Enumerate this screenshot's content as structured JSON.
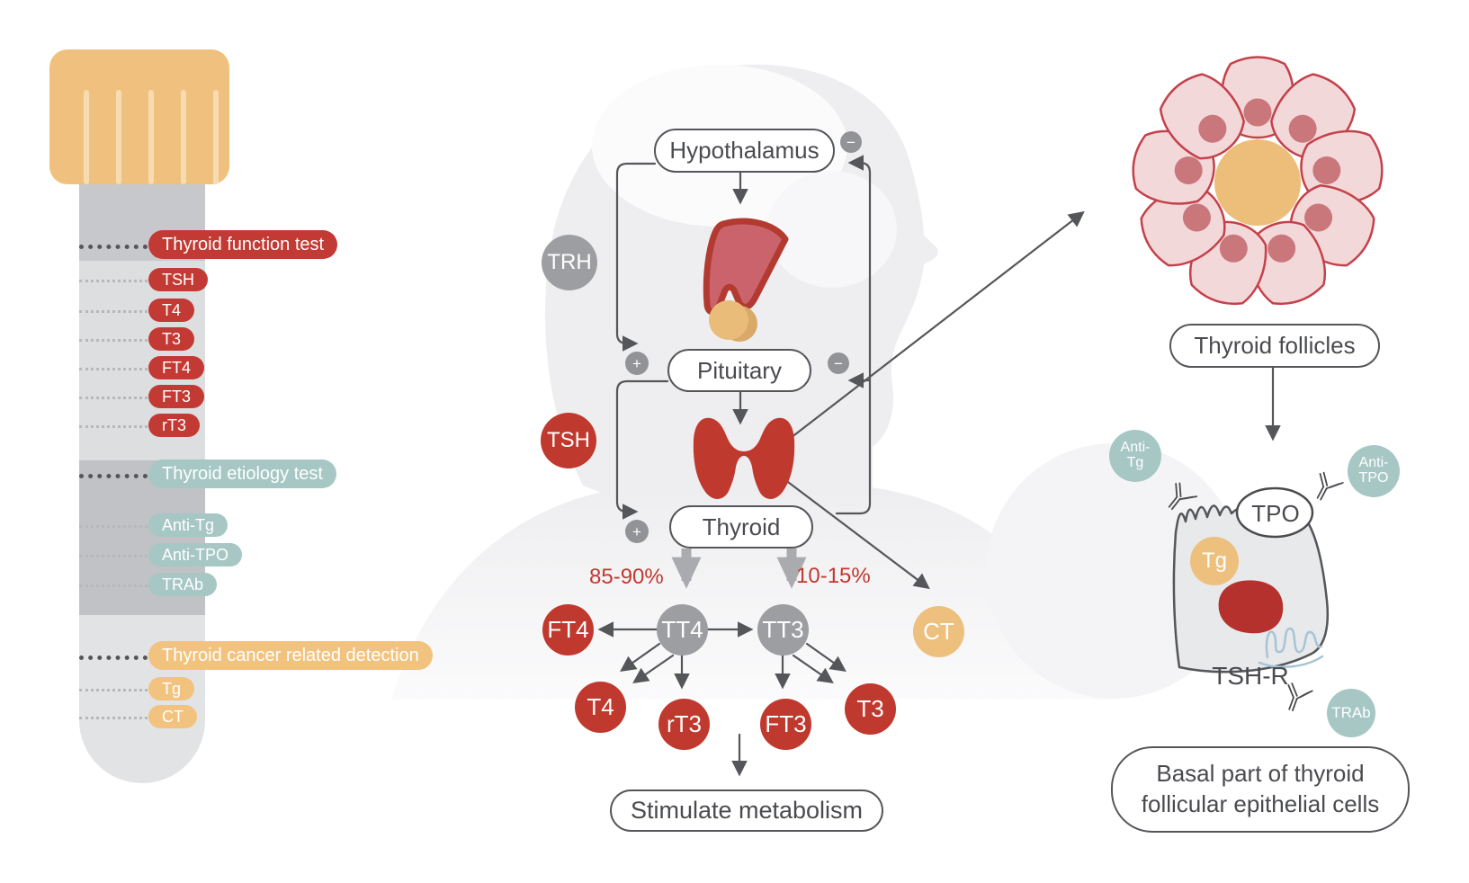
{
  "colors": {
    "red": "#c0392e",
    "teal": "#a6c7c4",
    "orange": "#f0c17e",
    "node_gray": "#9d9ea1",
    "line": "#55565a"
  },
  "tube": {
    "sections": [
      {
        "label": "Thyroid function test",
        "items": [
          "TSH",
          "T4",
          "T3",
          "FT4",
          "FT3",
          "rT3"
        ]
      },
      {
        "label": "Thyroid etiology test",
        "items": [
          "Anti-Tg",
          "Anti-TPO",
          "TRAb"
        ]
      },
      {
        "label": "Thyroid cancer related detection",
        "items": [
          "Tg",
          "CT"
        ]
      }
    ]
  },
  "axis": {
    "hypothalamus": "Hypothalamus",
    "pituitary": "Pituitary",
    "thyroid": "Thyroid",
    "trh": "TRH",
    "tsh": "TSH",
    "plus": "+",
    "minus": "−",
    "pct_left": "85-90%",
    "pct_right": "10-15%",
    "tt4": "TT4",
    "tt3": "TT3",
    "ft4": "FT4",
    "t4": "T4",
    "rt3": "rT3",
    "ft3": "FT3",
    "t3": "T3",
    "ct": "CT",
    "stimulate": "Stimulate metabolism"
  },
  "right": {
    "follicles_label": "Thyroid follicles",
    "tpo": "TPO",
    "tg": "Tg",
    "anti_tg": [
      "Anti-",
      "Tg"
    ],
    "anti_tpo": [
      "Anti-",
      "TPO"
    ],
    "trab": "TRAb",
    "tshr": "TSH-R",
    "caption": [
      "Basal part of thyroid",
      "follicular epithelial cells"
    ]
  }
}
